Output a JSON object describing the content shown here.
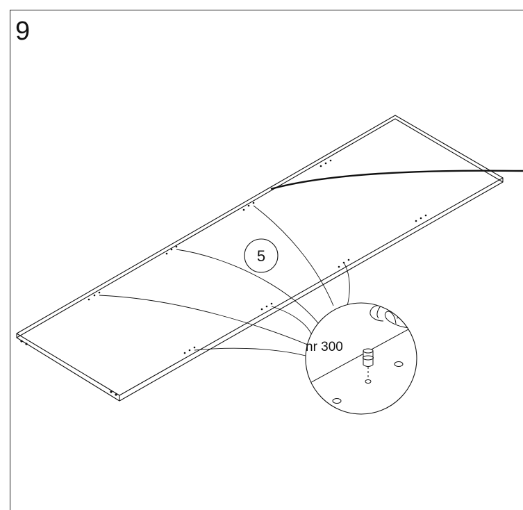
{
  "step": {
    "number": "9"
  },
  "callout": {
    "quantity": "5",
    "part_code": "nr 300"
  }
}
